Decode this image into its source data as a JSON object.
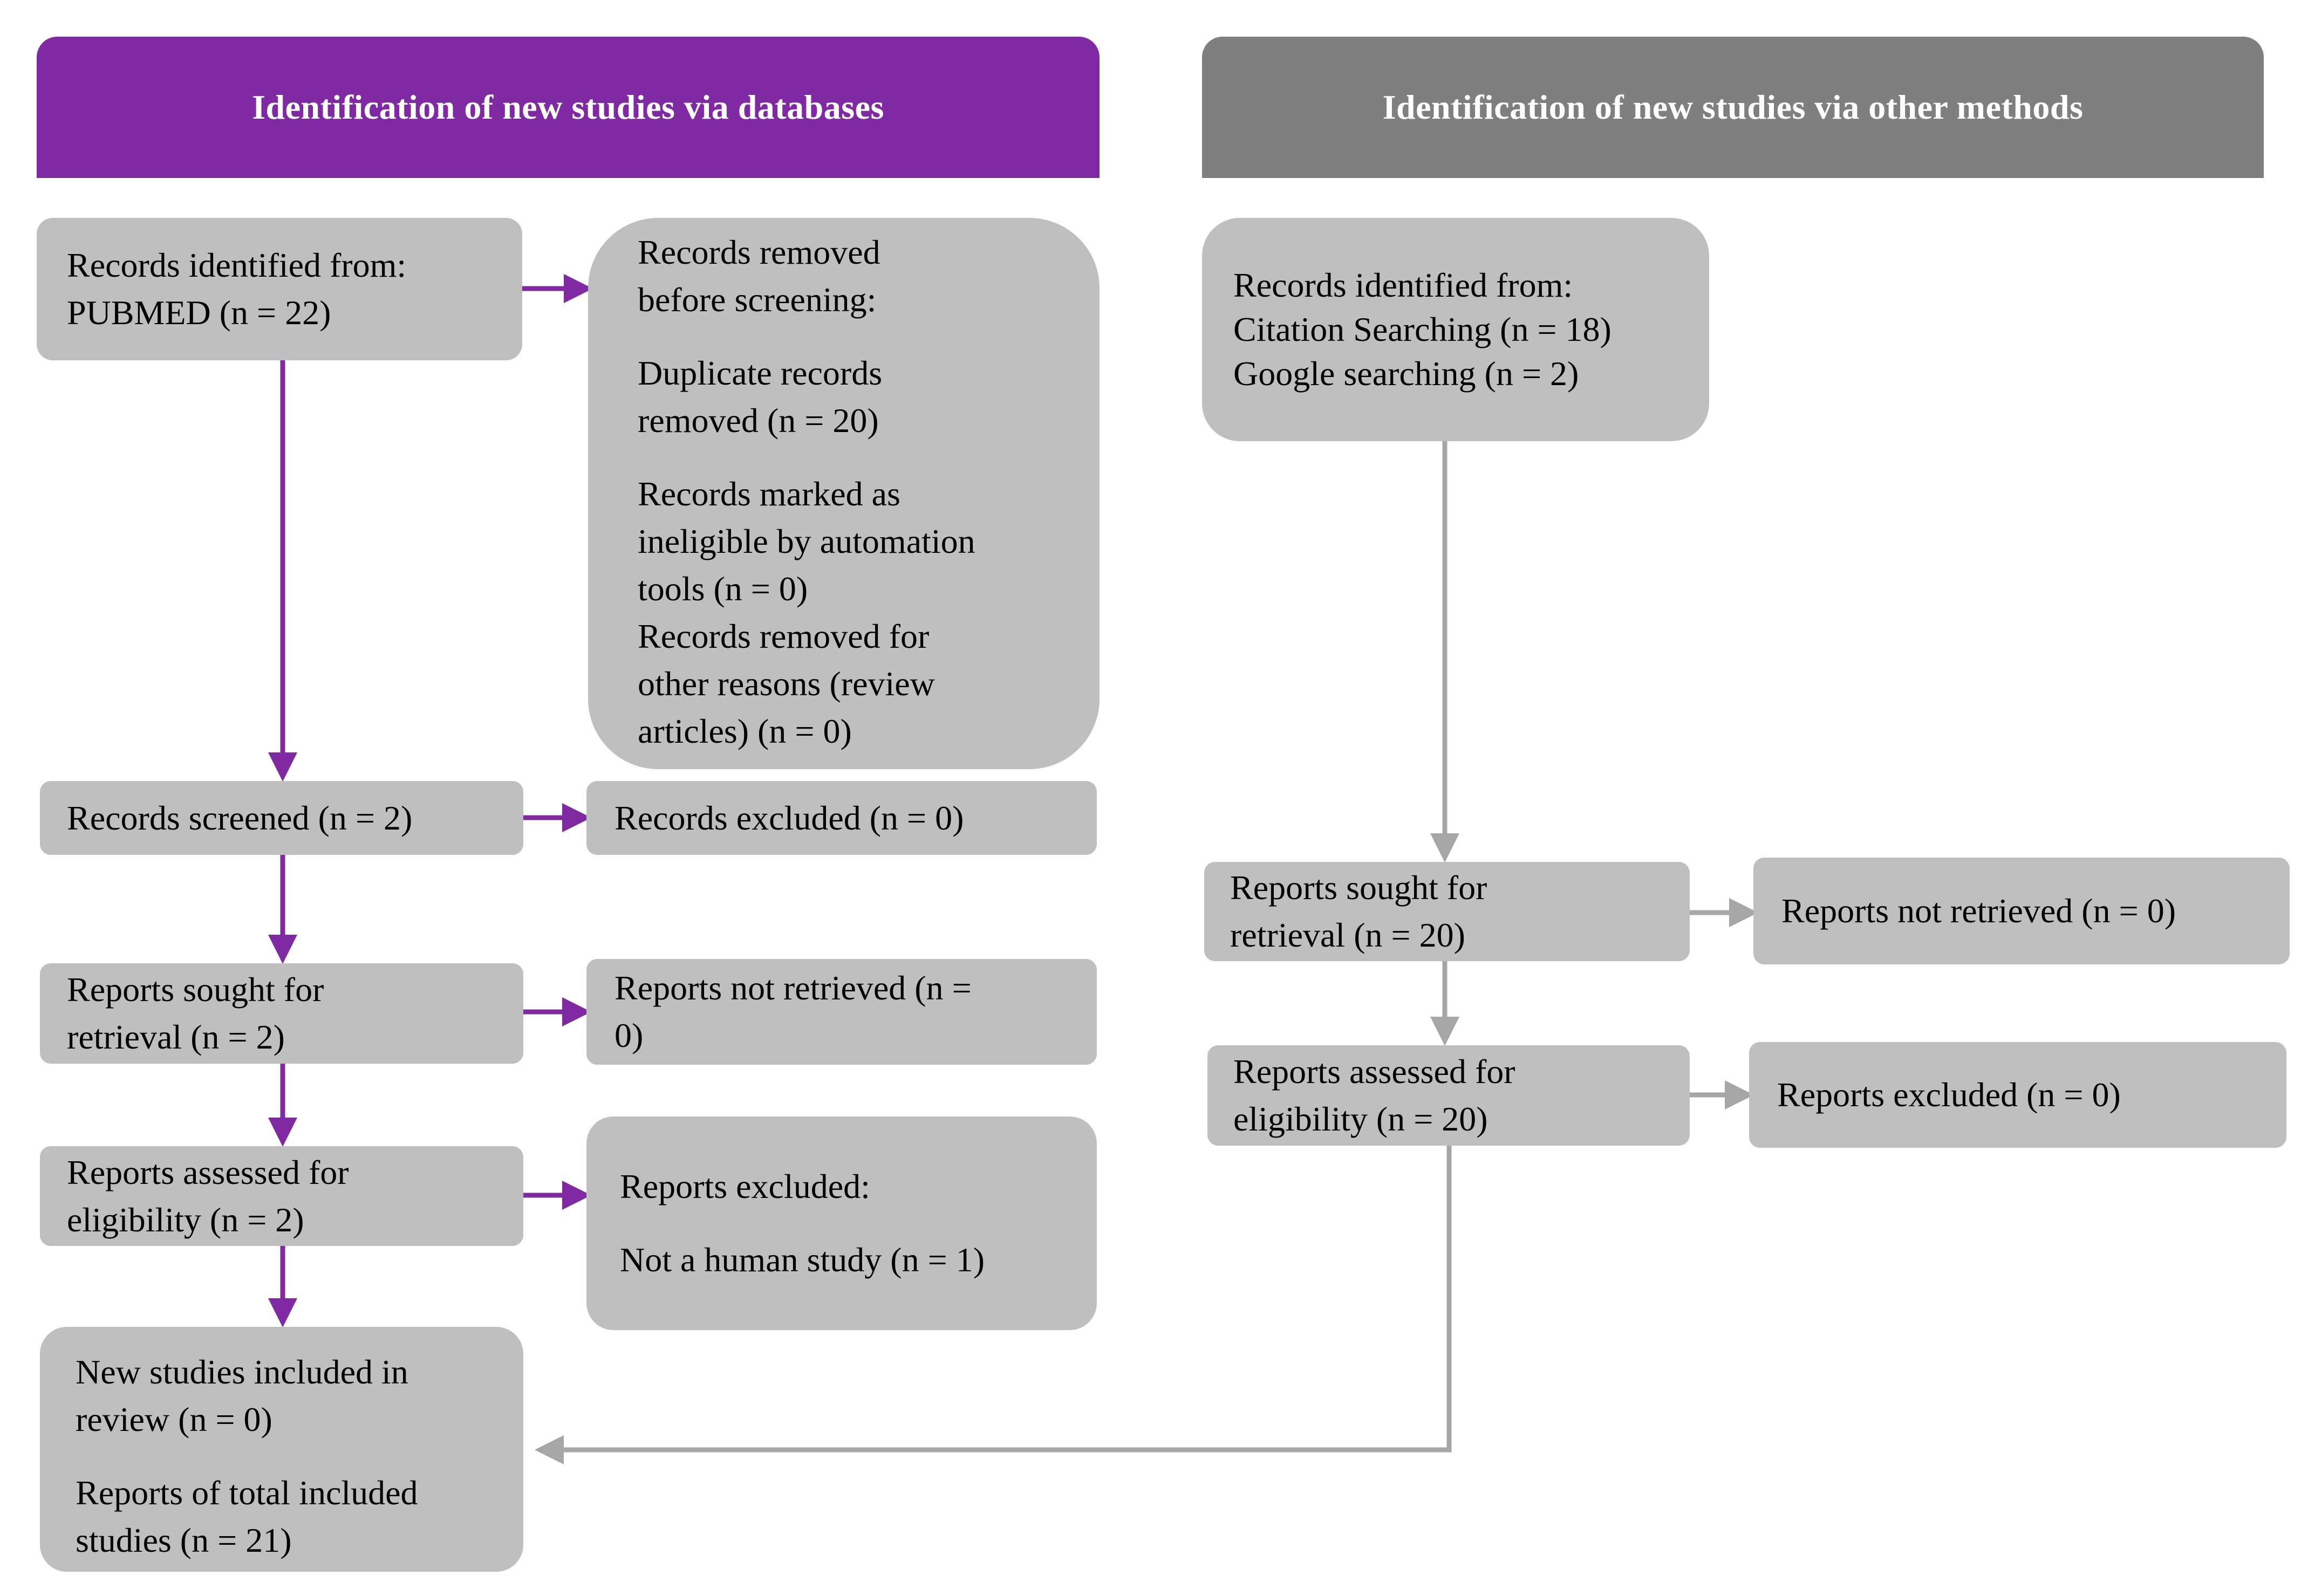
{
  "colors": {
    "db_accent": "#7f2aa3",
    "other_accent": "#7f7f7f",
    "box_fill": "#bfbfbf",
    "db_arrow": "#7f2aa3",
    "other_arrow": "#a6a6a6"
  },
  "databases": {
    "header": "Identification of new studies via databases",
    "identified": [
      "Records identified from:",
      "PUBMED (n = 22)"
    ],
    "removed": {
      "title": [
        "Records removed",
        "before screening:"
      ],
      "duplicates": [
        "Duplicate records",
        "removed (n = 20)"
      ],
      "automation": [
        "Records marked as",
        "ineligible by automation",
        "tools (n = 0)"
      ],
      "other": [
        "Records removed for",
        "other reasons (review",
        "articles) (n = 0)"
      ]
    },
    "screened": "Records screened (n = 2)",
    "excluded": "Records excluded (n = 0)",
    "sought": [
      "Reports sought for",
      "retrieval (n = 2)"
    ],
    "not_retrieved": [
      "Reports not retrieved (n =",
      "0)"
    ],
    "assessed": [
      "Reports assessed for",
      "eligibility (n = 2)"
    ],
    "reports_excluded": {
      "title": "Reports excluded:",
      "reason": "Not a human study (n = 1)"
    },
    "included": {
      "new": [
        "New studies included in",
        "review (n = 0)"
      ],
      "total": [
        "Reports of total included",
        "studies (n = 21)"
      ]
    }
  },
  "other_methods": {
    "header": "Identification of new studies via other methods",
    "identified": [
      "Records identified from:",
      "Citation Searching (n = 18)",
      "Google searching (n = 2)"
    ],
    "sought": [
      "Reports sought for",
      "retrieval (n = 20)"
    ],
    "not_retrieved": "Reports not retrieved (n = 0)",
    "assessed": [
      "Reports assessed for",
      "eligibility (n = 20)"
    ],
    "excluded": "Reports excluded  (n = 0)"
  }
}
